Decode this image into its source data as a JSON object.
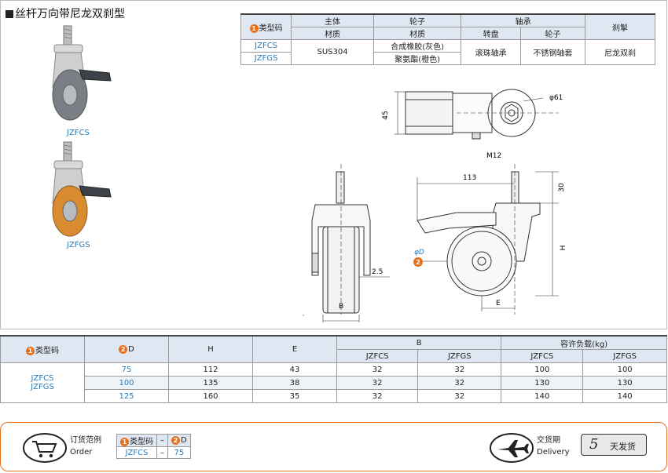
{
  "page_title": "丝杆万向带尼龙双刹型",
  "products": [
    {
      "code": "JZFCS",
      "wheel_color": "#7a7f86"
    },
    {
      "code": "JZFGS",
      "wheel_color": "#d98b2f"
    }
  ],
  "spec_table": {
    "marker_1": "1",
    "header_row1": {
      "type_code": "类型码",
      "body": "主体",
      "wheel": "轮子",
      "bearing": "轴承",
      "brake": "刹掣"
    },
    "header_row2": {
      "body_material": "材质",
      "wheel_material": "材质",
      "swivel": "转盘",
      "wheel_bearing": "轮子"
    },
    "codes": [
      "JZFCS",
      "JZFGS"
    ],
    "body_material": "SUS304",
    "wheel_materials": [
      "合成橡胶(灰色)",
      "聚氨酯(橙色)"
    ],
    "swivel_bearing": "滚珠轴承",
    "wheel_bearing": "不锈钢轴套",
    "brake": "尼龙双刹"
  },
  "diagram": {
    "dim_45": "45",
    "dim_phi61": "φ61",
    "dim_m12": "M12",
    "dim_113": "113",
    "dim_30": "30",
    "dim_h": "H",
    "dim_e": "E",
    "dim_b": "B",
    "dim_2_5": "2.5",
    "dim_phi_d": "φD",
    "marker_2": "2"
  },
  "dim_table": {
    "marker_1": "1",
    "marker_2": "2",
    "headers": {
      "type_code": "类型码",
      "d": "D",
      "h": "H",
      "e": "E",
      "b": "B",
      "load": "容许负载(kg)"
    },
    "sub_headers": [
      "JZFCS",
      "JZFGS",
      "JZFCS",
      "JZFGS"
    ],
    "codes": [
      "JZFCS",
      "JZFGS"
    ],
    "rows": [
      {
        "d": "75",
        "h": "112",
        "e": "43",
        "b_cs": "32",
        "b_gs": "32",
        "load_cs": "100",
        "load_gs": "100"
      },
      {
        "d": "100",
        "h": "135",
        "e": "38",
        "b_cs": "32",
        "b_gs": "32",
        "load_cs": "130",
        "load_gs": "130"
      },
      {
        "d": "125",
        "h": "160",
        "e": "35",
        "b_cs": "32",
        "b_gs": "32",
        "load_cs": "140",
        "load_gs": "140"
      }
    ]
  },
  "order": {
    "title_cn": "订货范例",
    "title_en": "Order",
    "marker_1": "1",
    "marker_2": "2",
    "header_type": "类型码",
    "dash": "–",
    "header_d": "D",
    "value_code": "JZFCS",
    "value_d": "75"
  },
  "delivery": {
    "title_cn": "交货期",
    "title_en": "Delivery",
    "days": "5",
    "unit": "天发货"
  }
}
